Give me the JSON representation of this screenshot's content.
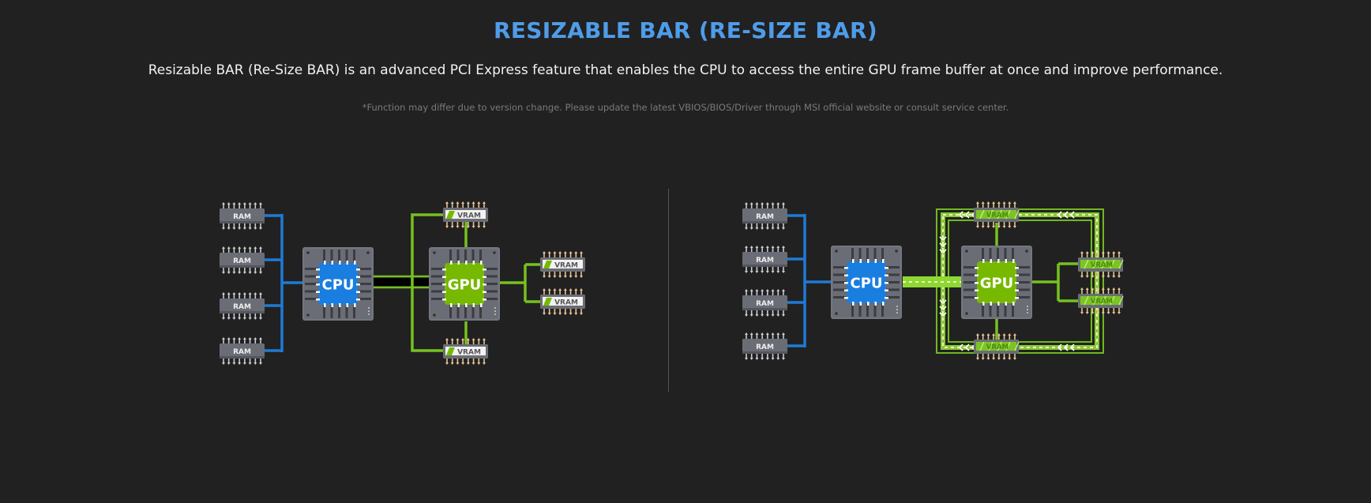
{
  "header": {
    "title": "RESIZABLE BAR (RE-SIZE BAR)",
    "description": "Resizable BAR (Re-Size BAR) is an advanced PCI Express feature that enables the CPU to access the entire GPU frame buffer at once and improve performance.",
    "note": "*Function may differ due to version change. Please update the latest VBIOS/BIOS/Driver through MSI official website or consult service center."
  },
  "diagrams": {
    "ram_label": "RAM",
    "cpu_label": "CPU",
    "gpu_label": "GPU",
    "vram_label": "VRAM"
  },
  "colors": {
    "cpu": "#1a7ee0",
    "gpu": "#76b900",
    "bus_blue": "#1f7ad6",
    "bus_green": "#76c11f",
    "title": "#4f9ce8"
  }
}
